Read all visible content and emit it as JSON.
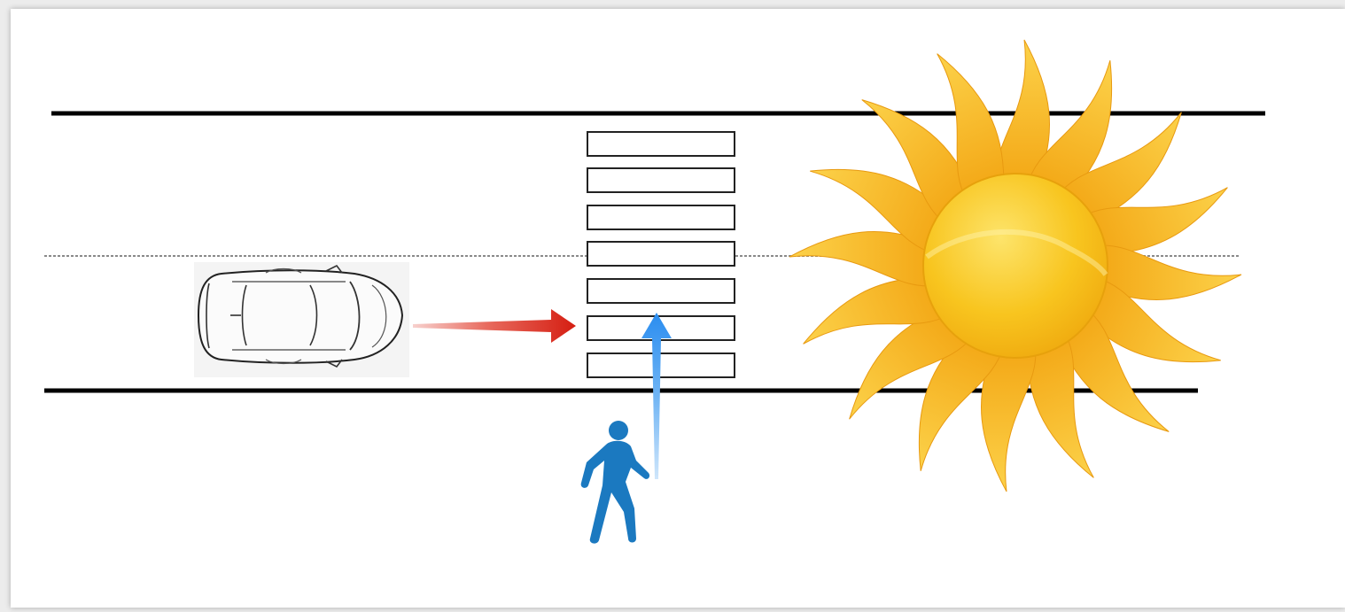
{
  "scene": {
    "description_elements": [
      "road",
      "crosswalk",
      "car",
      "pedestrian",
      "sun"
    ],
    "colors": {
      "road_line": "#000000",
      "center_line": "#8a8a8a",
      "car_arrow": "#d51e12",
      "pedestrian": "#1b79c0",
      "pedestrian_arrow": "#2a8df0",
      "sun_core": "#f7c21c",
      "sun_ray": "#f6b21a"
    },
    "crosswalk_stripe_count": 7
  }
}
